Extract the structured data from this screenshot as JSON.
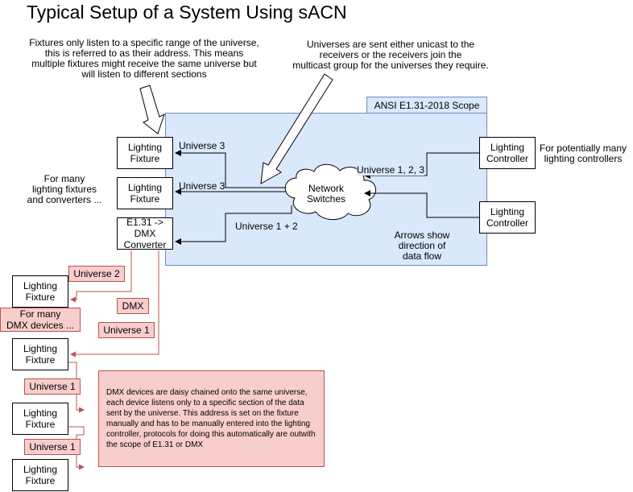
{
  "title": "Typical Setup of a System Using sACN",
  "notes": {
    "fixtures_address": [
      "Fixtures only listen to a specific range of the universe,",
      "this is referred to as their address. This means",
      "multiple fixtures might receive the same universe but",
      "will listen to different sections"
    ],
    "universes_sent": [
      "Universes are sent either unicast to the",
      "receivers or the receivers join the",
      "multicast group for the universes they require."
    ],
    "many_fixtures": [
      "For many",
      "lighting fixtures",
      "and converters ..."
    ],
    "many_controllers": [
      "For potentially many",
      "lighting controllers"
    ],
    "arrows_show": [
      "Arrows show",
      "direction of",
      "data flow"
    ],
    "daisy_chain": "DMX devices are daisy chained onto the same universe, each device listens only to a specific section of the data sent by the universe. This address is set on the fixture manually and has to be manually entered into the lighting controller, protocols for doing this automatically are outwith the scope of E1.31 or DMX"
  },
  "scope_label": "ANSI E1.31-2018 Scope",
  "network": [
    "Network",
    "Switches"
  ],
  "fixture": [
    "Lighting",
    "Fixture"
  ],
  "controller": [
    "Lighting",
    "Controller"
  ],
  "converter": [
    "E1.31 ->",
    "DMX",
    "Converter"
  ],
  "many_dmx": [
    "For many",
    "DMX devices ..."
  ],
  "edge_labels": {
    "u3_a": "Universe 3",
    "u3_b": "Universe 3",
    "u12": "Universe 1 + 2",
    "u123": "Universe 1, 2, 3"
  },
  "dmx_labels": {
    "u2": "Universe 2",
    "dmx": "DMX",
    "u1_a": "Universe 1",
    "u1_b": "Universe 1",
    "u1_c": "Universe 1"
  },
  "colors": {
    "scope_fill": "#dae8fc",
    "scope_stroke": "#6c8ebf",
    "dmx_fill": "#f8cecc",
    "dmx_stroke": "#b85450",
    "cloud_fill": "#ffffff"
  }
}
